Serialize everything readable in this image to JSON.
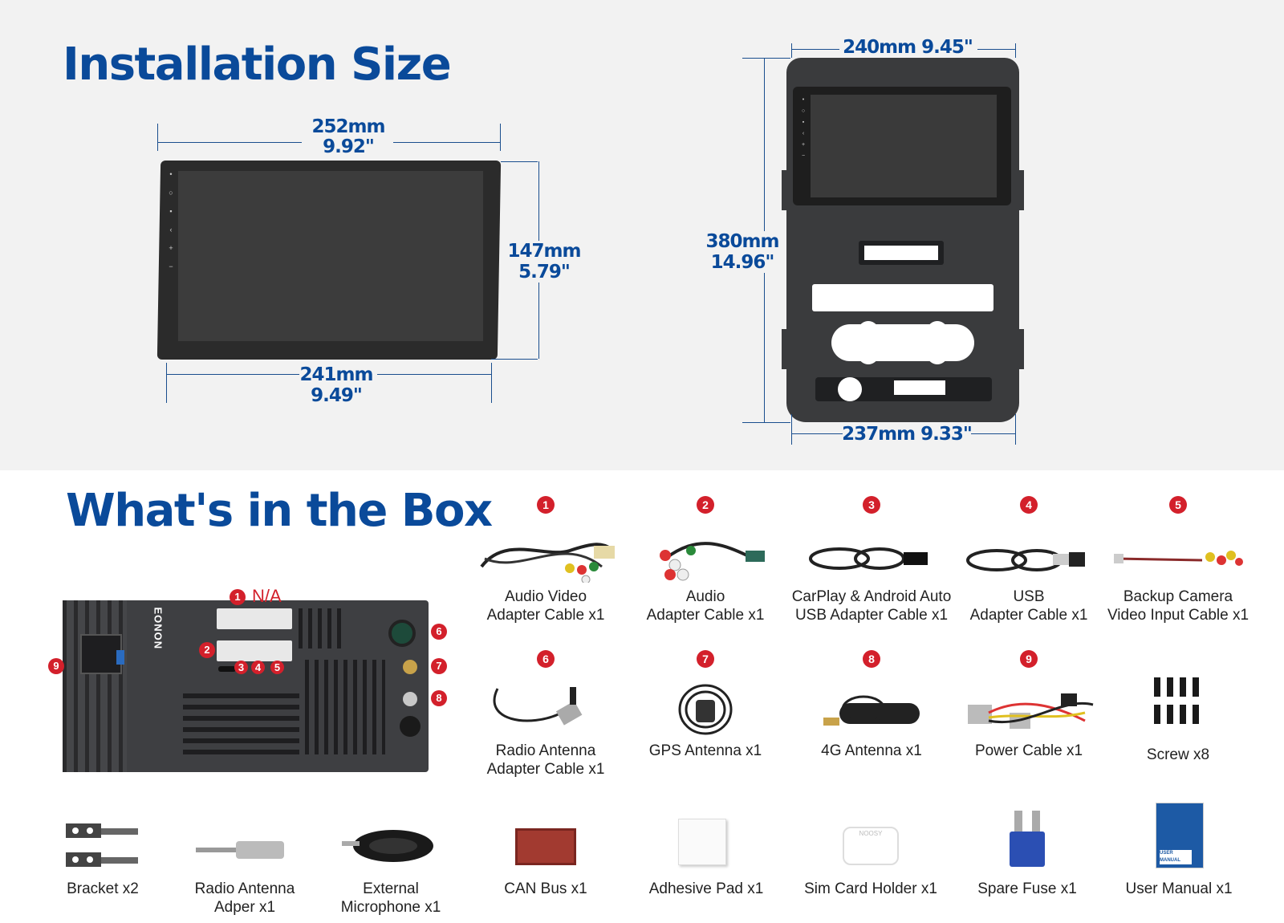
{
  "headings": {
    "installation": "Installation Size",
    "box": "What's in the Box"
  },
  "dimensions": {
    "head_top_mm": "252mm",
    "head_top_in": "9.92\"",
    "head_right_mm": "147mm",
    "head_right_in": "5.79\"",
    "head_bottom_mm": "241mm",
    "head_bottom_in": "9.49\"",
    "frame_top": "240mm 9.45\"",
    "frame_left_mm": "380mm",
    "frame_left_in": "14.96\"",
    "frame_bottom": "237mm  9.33\""
  },
  "unit_back": {
    "brand": "EONON",
    "na_label": "N/A",
    "ports": [
      "1",
      "2",
      "3",
      "4",
      "5",
      "6",
      "7",
      "8",
      "9"
    ]
  },
  "items_numbered": [
    {
      "num": "1",
      "line1": "Audio Video",
      "line2": "Adapter Cable x1"
    },
    {
      "num": "2",
      "line1": "Audio",
      "line2": "Adapter Cable x1"
    },
    {
      "num": "3",
      "line1": "CarPlay & Android Auto",
      "line2": "USB Adapter Cable x1"
    },
    {
      "num": "4",
      "line1": "USB",
      "line2": "Adapter Cable x1"
    },
    {
      "num": "5",
      "line1": "Backup Camera",
      "line2": "Video Input Cable x1"
    },
    {
      "num": "6",
      "line1": "Radio Antenna",
      "line2": "Adapter Cable x1"
    },
    {
      "num": "7",
      "line1": "GPS Antenna x1",
      "line2": ""
    },
    {
      "num": "8",
      "line1": "4G Antenna x1",
      "line2": ""
    },
    {
      "num": "9",
      "line1": "Power Cable x1",
      "line2": ""
    },
    {
      "num": "",
      "line1": "Screw x8",
      "line2": ""
    }
  ],
  "items_bottom": [
    {
      "line1": "Bracket x2",
      "line2": ""
    },
    {
      "line1": "Radio Antenna",
      "line2": "Adper x1"
    },
    {
      "line1": "External",
      "line2": "Microphone x1"
    },
    {
      "line1": "CAN Bus x1",
      "line2": ""
    },
    {
      "line1": "Adhesive Pad x1",
      "line2": ""
    },
    {
      "line1": "Sim Card Holder x1",
      "line2": ""
    },
    {
      "line1": "Spare Fuse x1",
      "line2": ""
    },
    {
      "line1": "User Manual x1",
      "line2": ""
    }
  ],
  "manual_text": "USER MANUAL",
  "sim_text": "NOOSY",
  "colors": {
    "heading": "#0a4a9a",
    "badge": "#d3202b",
    "top_bg": "#f2f2f2"
  }
}
